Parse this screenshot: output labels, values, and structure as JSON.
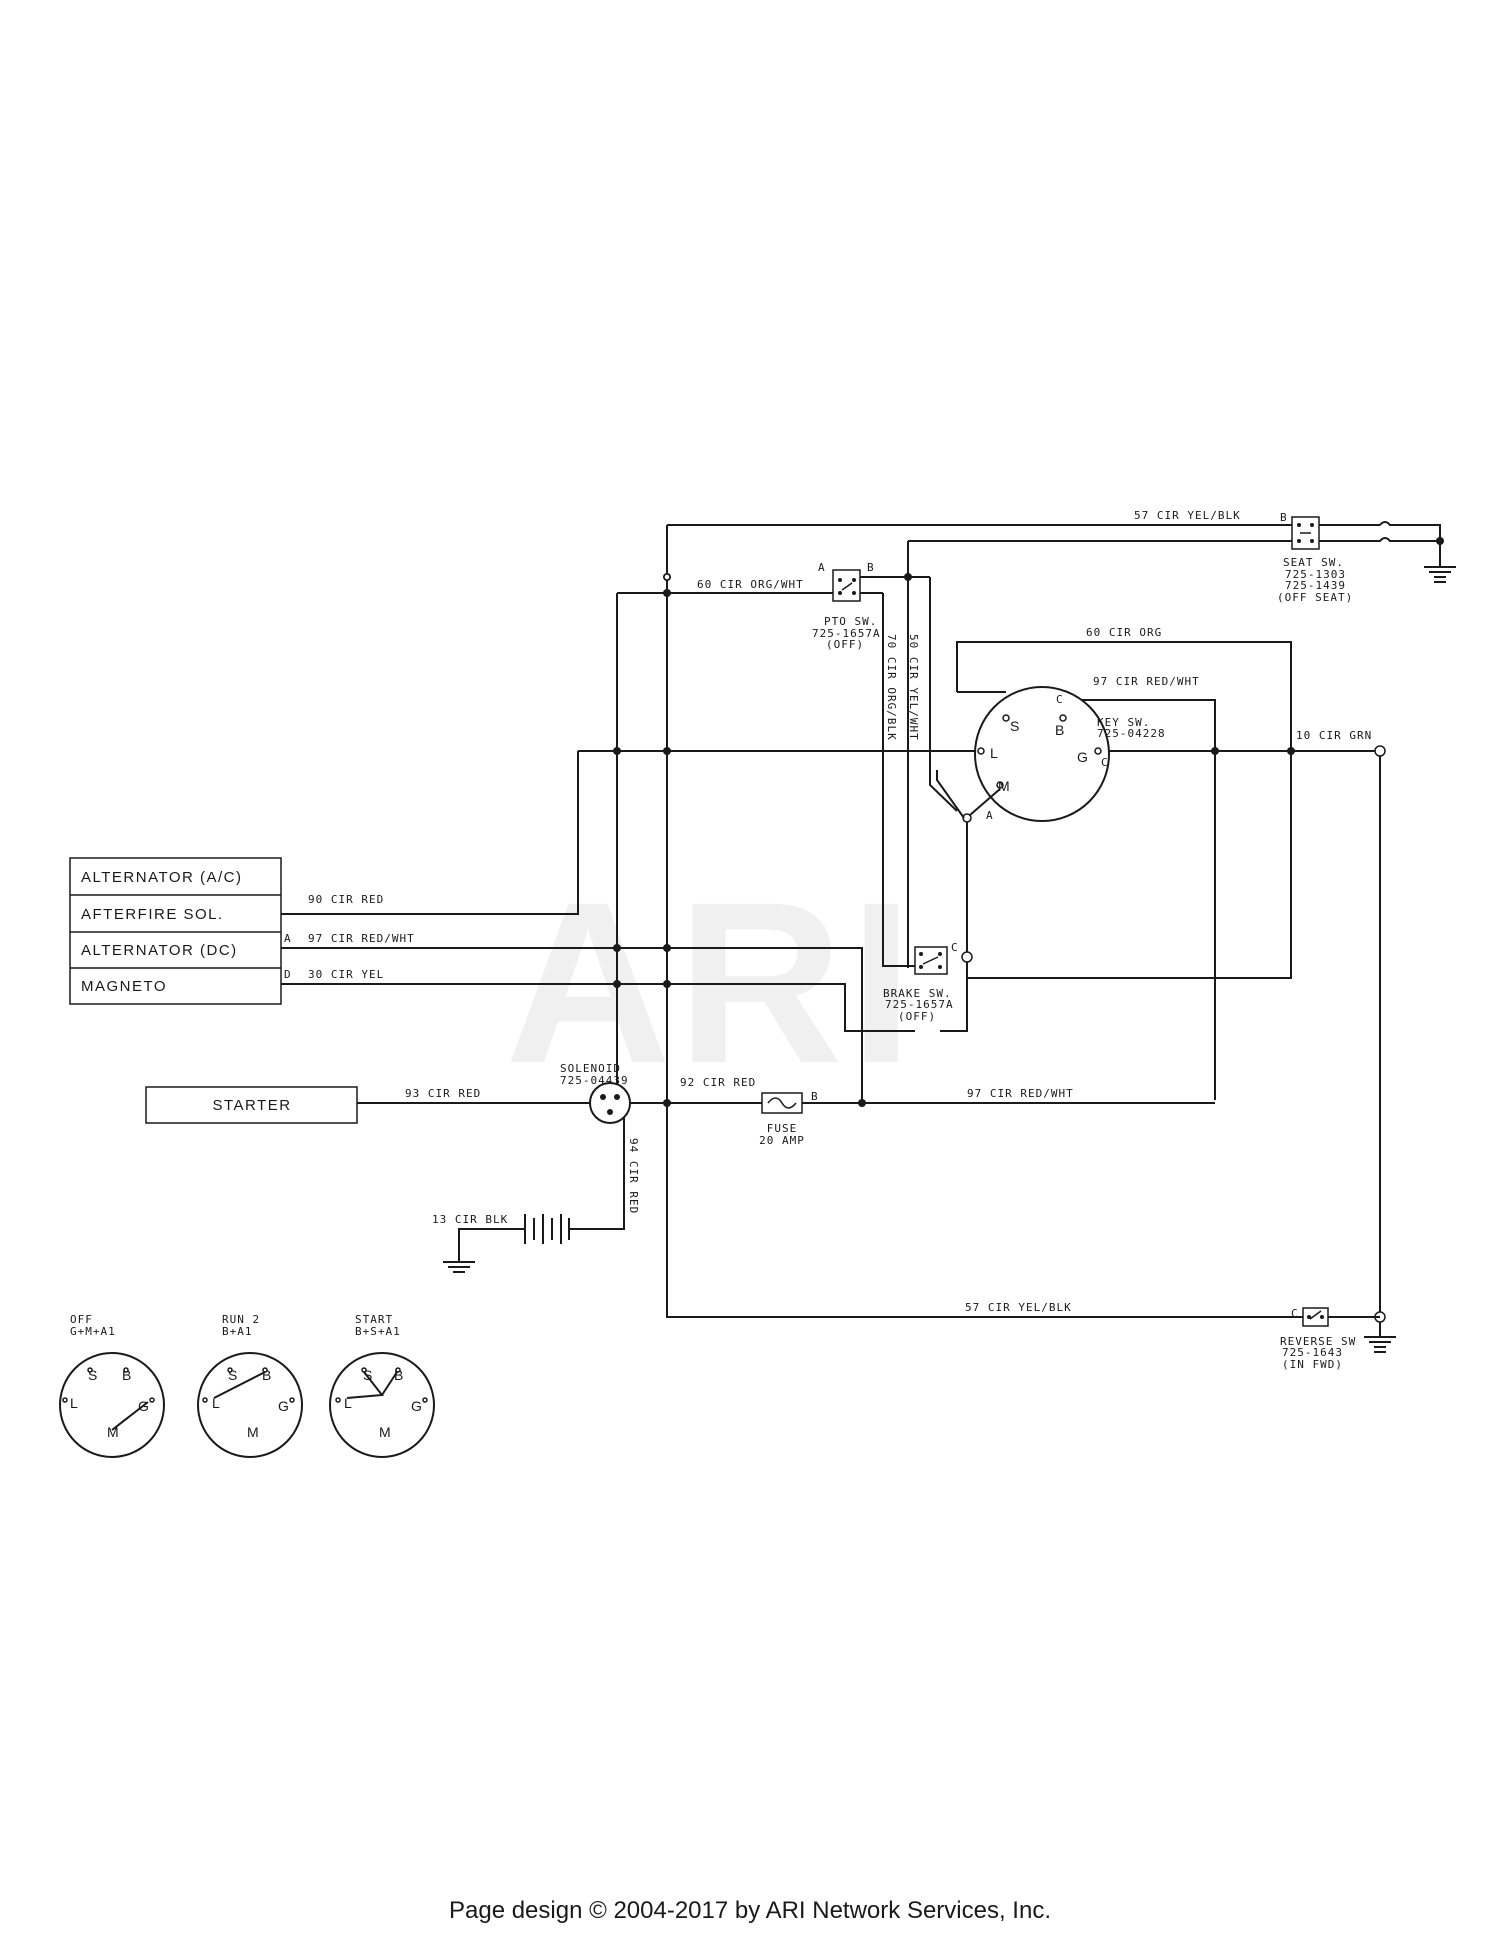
{
  "watermark": "ARI",
  "footer": "Page design © 2004-2017 by ARI Network Services, Inc.",
  "components": {
    "alternator_ac": "ALTERNATOR (A/C)",
    "afterfire_sol": "AFTERFIRE SOL.",
    "alternator_dc": "ALTERNATOR (DC)",
    "magneto": "MAGNETO",
    "starter": "STARTER",
    "solenoid": "SOLENOID",
    "solenoid_pn": "725-04439",
    "fuse": "FUSE",
    "fuse_rating": "20 AMP",
    "pto_sw": "PTO SW.",
    "pto_pn": "725-1657A",
    "pto_state": "(OFF)",
    "seat_sw": "SEAT SW.",
    "seat_pn1": "725-1303",
    "seat_pn2": "725-1439",
    "seat_state": "(OFF SEAT)",
    "key_sw": "KEY SW.",
    "key_pn": "725-04228",
    "brake_sw": "BRAKE SW.",
    "brake_pn": "725-1657A",
    "brake_state": "(OFF)",
    "reverse_sw": "REVERSE SW",
    "reverse_pn": "725-1643",
    "reverse_state": "(IN FWD)"
  },
  "wires": {
    "w57_top": "57 CIR YEL/BLK",
    "w60_org_wht": "60 CIR ORG/WHT",
    "w70": "70 CIR ORG/BLK",
    "w50": "50 CIR YEL/WHT",
    "w60_org": "60 CIR ORG",
    "w97_key": "97 CIR RED/WHT",
    "w10": "10 CIR GRN",
    "w90": "90 CIR RED",
    "w97_dc": "97 CIR RED/WHT",
    "w30": "30 CIR YEL",
    "w93": "93 CIR RED",
    "w92": "92 CIR RED",
    "w97_fuse": "97 CIR RED/WHT",
    "w94": "94 CIR RED",
    "w13": "13 CIR BLK",
    "w57_bottom": "57 CIR YEL/BLK"
  },
  "terminals": {
    "A": "A",
    "B": "B",
    "C": "C",
    "D": "D",
    "S": "S",
    "L": "L",
    "M": "M",
    "G": "G"
  },
  "positions": [
    {
      "name": "OFF",
      "combo": "G+M+A1"
    },
    {
      "name": "RUN 2",
      "combo": "B+A1"
    },
    {
      "name": "START",
      "combo": "B+S+A1"
    }
  ]
}
